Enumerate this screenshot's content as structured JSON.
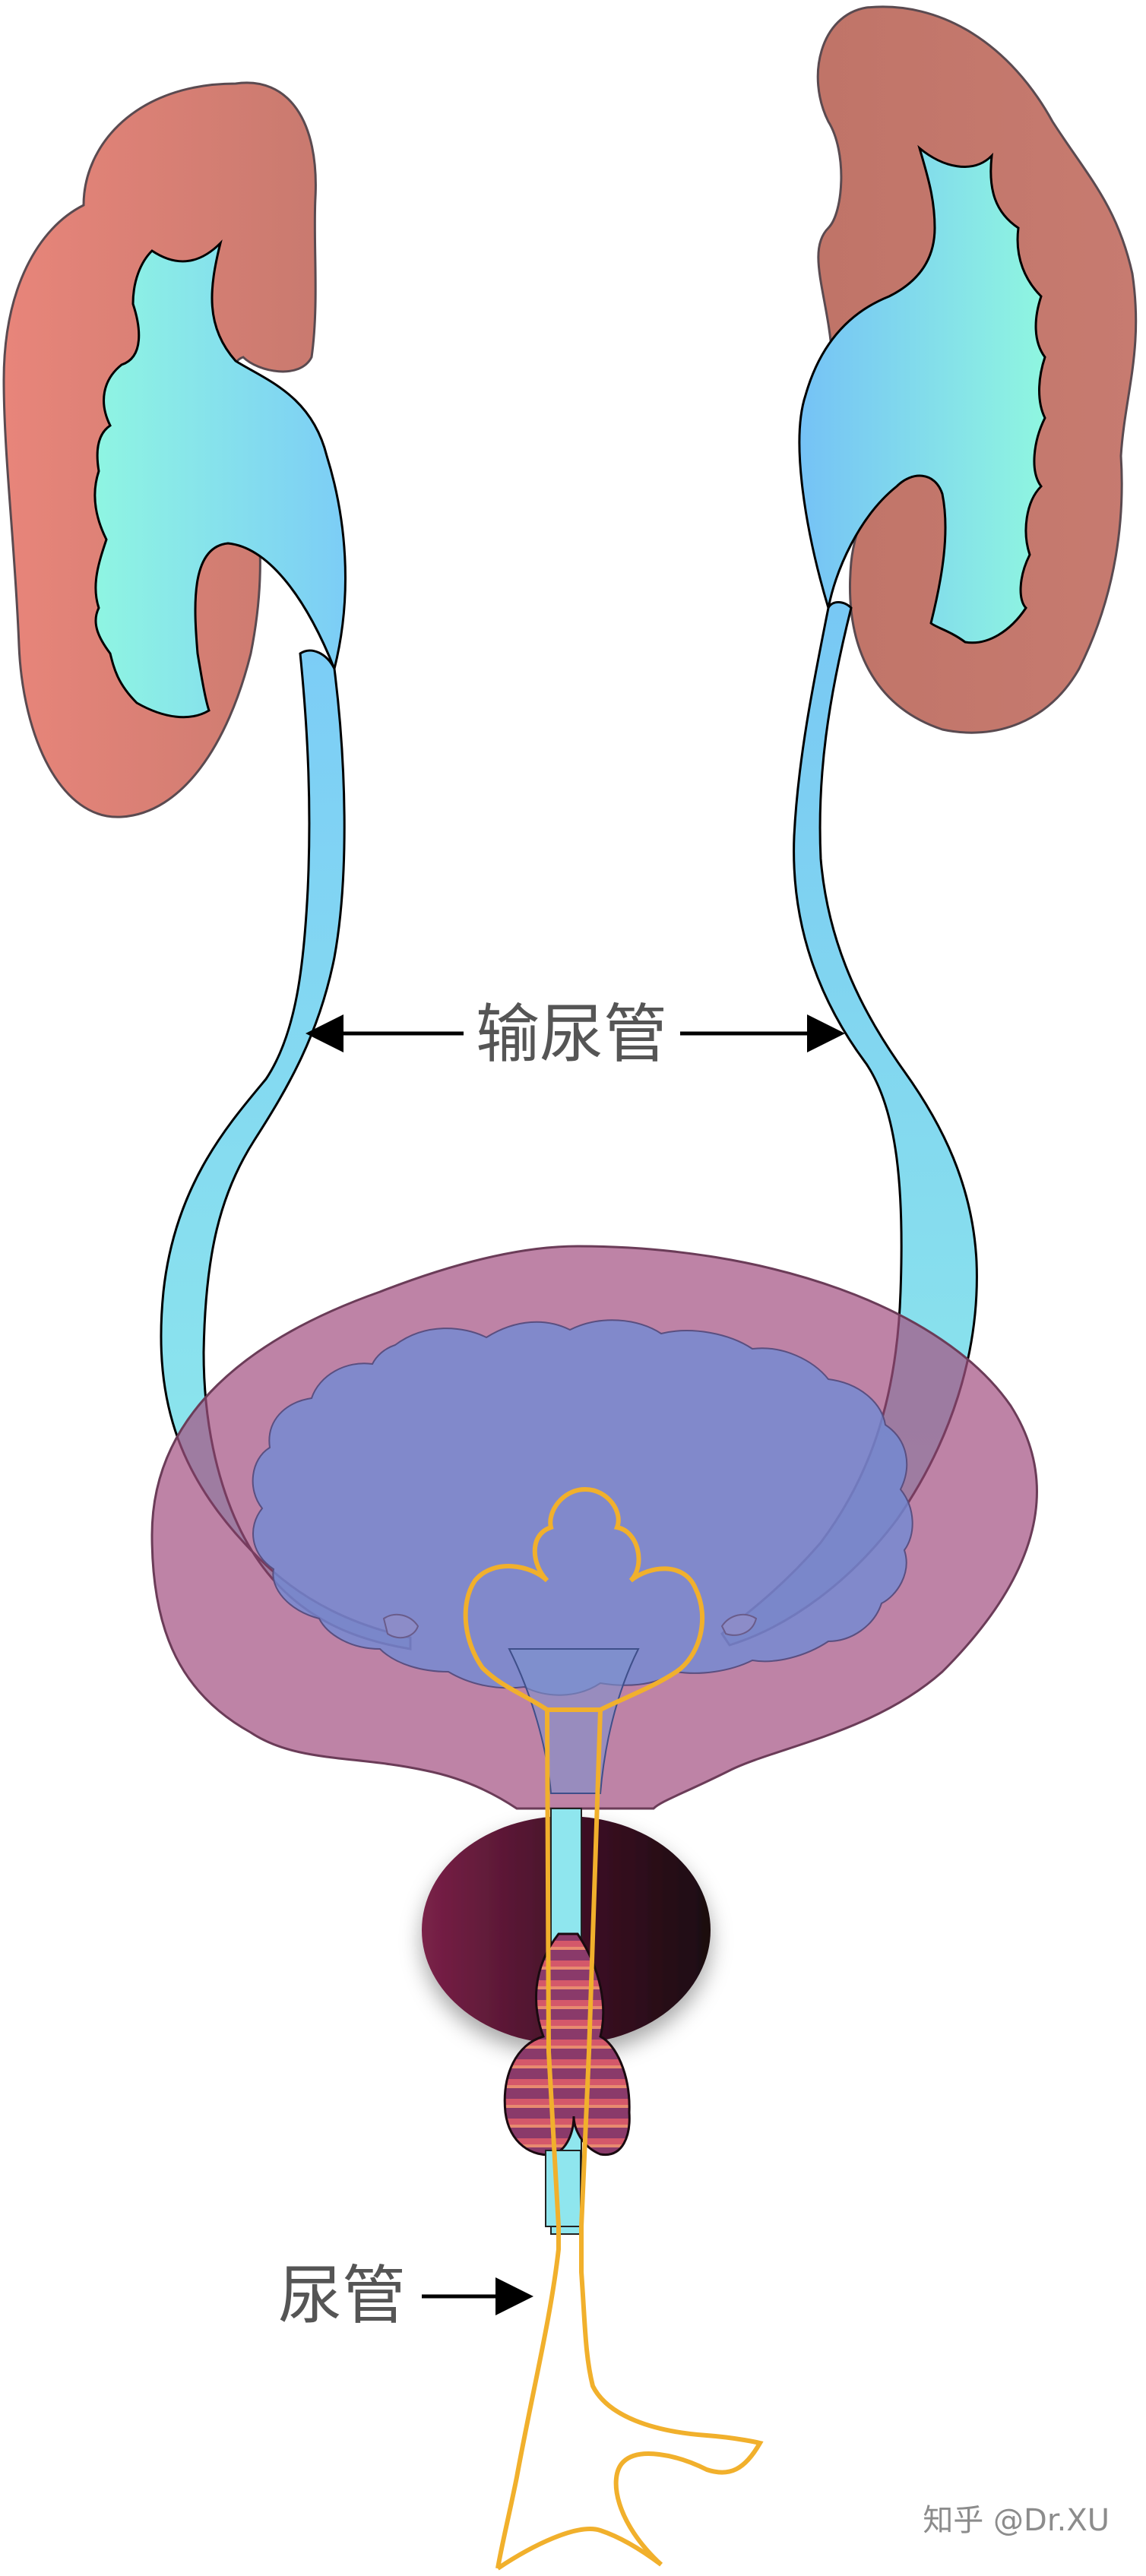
{
  "labels": {
    "ureter": "输尿管",
    "urethra": "尿管"
  },
  "watermark": "知乎 @Dr.XU",
  "colors": {
    "kidney": "#d07b6f",
    "renal_pelvis": "#8fe6ee",
    "ureter": "#7fd3f2",
    "bladder_outer": "#b57a9a",
    "bladder_inner": "#7e93cf",
    "prostate": "#6a1d3e",
    "urethra_line": "#f1b02c",
    "sphincter": "#b5465f",
    "arrow": "#000000",
    "label_text": "#555555"
  }
}
